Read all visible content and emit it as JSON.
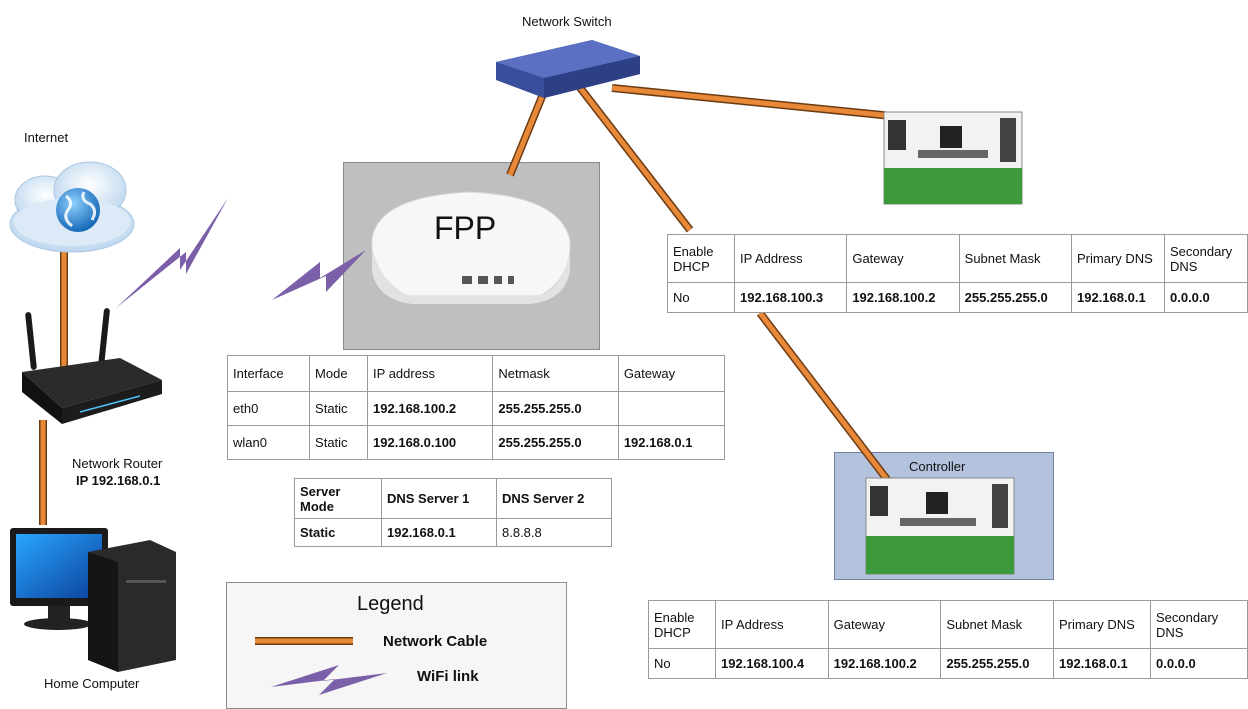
{
  "labels": {
    "switch": "Network Switch",
    "internet": "Internet",
    "router_name": "Network Router",
    "router_ip": "IP 192.168.0.1",
    "home_computer": "Home Computer",
    "fpp": "FPP",
    "controller": "Controller"
  },
  "fpp_interfaces": {
    "headers": [
      "Interface",
      "Mode",
      "IP address",
      "Netmask",
      "Gateway"
    ],
    "rows": [
      [
        "eth0",
        "Static",
        "192.168.100.2",
        "255.255.255.0",
        ""
      ],
      [
        "wlan0",
        "Static",
        "192.168.0.100",
        "255.255.255.0",
        "192.168.0.1"
      ]
    ]
  },
  "fpp_dns": {
    "headers": [
      "Server Mode",
      "DNS Server 1",
      "DNS Server 2"
    ],
    "row": [
      "Static",
      "192.168.0.1",
      "8.8.8.8"
    ]
  },
  "controller_top": {
    "headers": [
      "Enable DHCP",
      "IP Address",
      "Gateway",
      "Subnet Mask",
      "Primary DNS",
      "Secondary DNS"
    ],
    "row": [
      "No",
      "192.168.100.3",
      "192.168.100.2",
      "255.255.255.0",
      "192.168.0.1",
      "0.0.0.0"
    ]
  },
  "controller_bottom": {
    "headers": [
      "Enable DHCP",
      "IP Address",
      "Gateway",
      "Subnet Mask",
      "Primary DNS",
      "Secondary DNS"
    ],
    "row": [
      "No",
      "192.168.100.4",
      "192.168.100.2",
      "255.255.255.0",
      "192.168.0.1",
      "0.0.0.0"
    ]
  },
  "legend": {
    "title": "Legend",
    "cable": "Network Cable",
    "wifi": "WiFi link"
  },
  "colors": {
    "cable": "#e8893a",
    "wifi": "#7b5fa8",
    "fpp_box": "#bfbfbf",
    "controller_box": "#b4c3dd"
  }
}
